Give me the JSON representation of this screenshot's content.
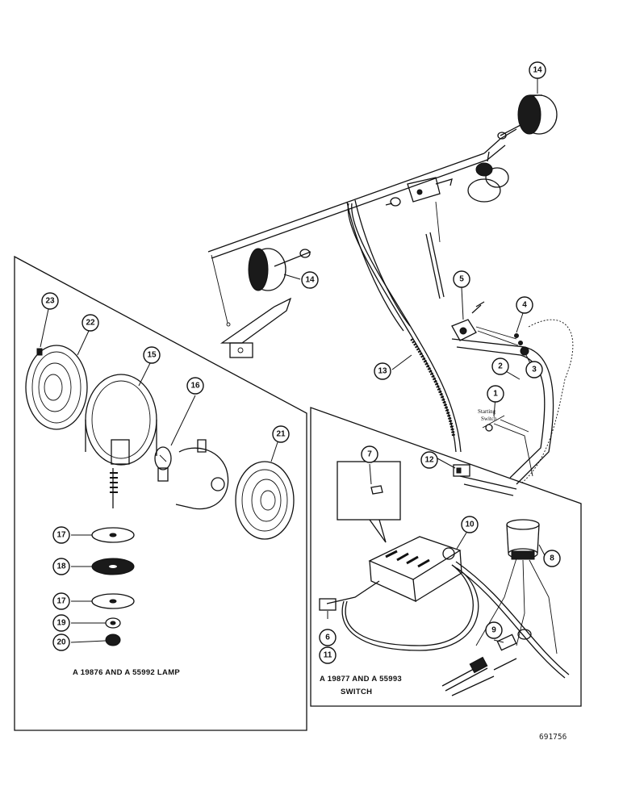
{
  "callouts": [
    {
      "id": "c1",
      "label": "1"
    },
    {
      "id": "c2",
      "label": "2"
    },
    {
      "id": "c3",
      "label": "3"
    },
    {
      "id": "c4",
      "label": "4"
    },
    {
      "id": "c5",
      "label": "5"
    },
    {
      "id": "c6",
      "label": "6"
    },
    {
      "id": "c7",
      "label": "7"
    },
    {
      "id": "c8",
      "label": "8"
    },
    {
      "id": "c9",
      "label": "9"
    },
    {
      "id": "c10",
      "label": "10"
    },
    {
      "id": "c11",
      "label": "11"
    },
    {
      "id": "c12",
      "label": "12"
    },
    {
      "id": "c13",
      "label": "13"
    },
    {
      "id": "c14a",
      "label": "14"
    },
    {
      "id": "c14b",
      "label": "14"
    },
    {
      "id": "c15",
      "label": "15"
    },
    {
      "id": "c16",
      "label": "16"
    },
    {
      "id": "c17a",
      "label": "17"
    },
    {
      "id": "c17b",
      "label": "17"
    },
    {
      "id": "c18",
      "label": "18"
    },
    {
      "id": "c19",
      "label": "19"
    },
    {
      "id": "c20",
      "label": "20"
    },
    {
      "id": "c21",
      "label": "21"
    },
    {
      "id": "c22",
      "label": "22"
    },
    {
      "id": "c23",
      "label": "23"
    }
  ],
  "captions": {
    "lamp": "A 19876 AND A 55992 LAMP",
    "switch_line1": "A 19877 AND A 55993",
    "switch_line2": "SWITCH"
  },
  "labels": {
    "starting_switch_1": "Starting",
    "starting_switch_2": "Switch"
  },
  "reference_number": "691756"
}
